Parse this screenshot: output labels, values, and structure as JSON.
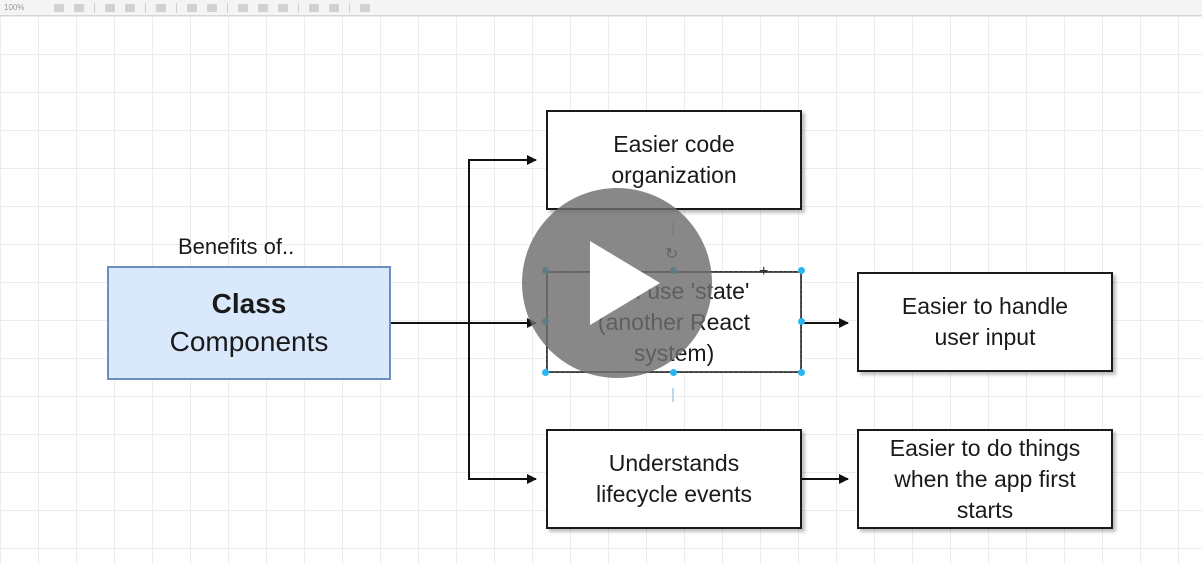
{
  "toolbar": {
    "zoom": "100%"
  },
  "diagram": {
    "benefits_label": "Benefits of..",
    "class_box": {
      "title": "Class",
      "subtitle": "Components"
    },
    "nodes": {
      "code_org": "Easier code\norganization",
      "state": "Can use 'state'\n(another React\nsystem)",
      "user_input": "Easier to handle\nuser input",
      "lifecycle": "Understands\nlifecycle events",
      "first_start": "Easier to do things\nwhen the app first\nstarts"
    }
  },
  "video": {
    "play_button_icon": "play-icon"
  }
}
